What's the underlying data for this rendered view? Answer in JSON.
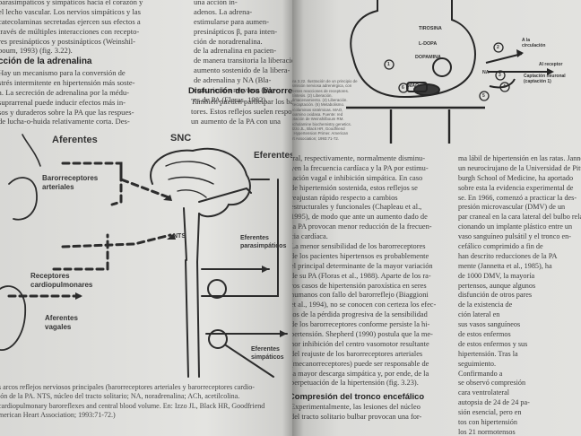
{
  "left_page": {
    "top_lines": [
      "parasimpáticos y simpáticos hacia el corazón y",
      "el lecho vascular. Los nervios simpáticos y las",
      "catecolaminas secretadas ejercen sus efectos a",
      "través de múltiples interacciones con recepto-",
      "res presinápticos y postsinápticos (Weinshil-",
      "boum, 1993) (fig. 3.22)."
    ],
    "section_heading": "cción de la adrenalina",
    "body_lines": [
      "Hay un mecanismo para la conversión de",
      "strés intermitente en hipertensión más soste-",
      "a. La secreción de adrenalina por la médu-",
      "suprarrenal puede inducir efectos más in-",
      "sos y duraderos sobre la PA que las respues-",
      "de lucha-o-huida relativamente corta. Des-"
    ],
    "figure_labels": {
      "afferents": "Aferentes",
      "cns": "SNC",
      "efferents": "Eferentes",
      "baroreceptors": [
        "Barorreceptores",
        "arteriales"
      ],
      "cardiopulmonary": [
        "Receptores",
        "cardiopulmonares"
      ],
      "vagal": [
        "Aferentes",
        "vagales"
      ],
      "nts": "NTS",
      "parasympathetic_efferents": [
        "Eferentes",
        "parasimpáticos"
      ],
      "sympathetic_efferents": [
        "Eferentes",
        "simpáticos"
      ]
    },
    "caption_lines": [
      "s arcos reflejos nerviosos principales (barorreceptores arteriales y barorreceptores cardio-",
      "ión de la PA. NTS, núcleo del tracto solitario; NA, noradrenalina; ACh, acetilcolina.",
      "cardiopulmonary baroreflexes and central blood volume. En: Izzo JL, Black HR, Goodfriend",
      "merican Heart Association; 1993:71-72.)"
    ]
  },
  "middle_column": {
    "lines": [
      "una acción in-",
      "adenos. La adrena-",
      "estimularse para aumen-",
      "presinápticos β, para inten-",
      "ción de noradrenalina.",
      "de la adrenalina en pacien-",
      "de manera transitoria la liberación",
      "aumento sostenido de la libera-",
      "de adrenalina y NA (Bla-",
      "constricción nerviosa (Bla-",
      "es de PA (Floras, 1992)."
    ],
    "section_heading": "Disfunción de los barorreflejos",
    "section_lines": [
      "También pueden participar los barorrecep-",
      "tores. Estos reflejos suelen responder a",
      "un aumento de la PA con una"
    ]
  },
  "right_page": {
    "figure_labels": {
      "tyrosine": "TIROSINA",
      "ldopa": "L-DOPA",
      "dopamine": "DOPAMINA",
      "na": "NA",
      "to_circulation": [
        "A la",
        "circulación"
      ],
      "to_receptor": "Al receptor",
      "neuronal_uptake": [
        "Captación neuronal",
        "(captación 1)"
      ],
      "mao": "MAO",
      "nums": [
        "1",
        "2",
        "3",
        "4",
        "5",
        "6"
      ]
    },
    "figure_caption": [
      "Figura 3.22. Ilustración de un principio de",
      "transmisión nerviosa adrenérgica, con",
      "diferentes reacciones de receptores.",
      "(1) Síntesis. (2) Liberación.",
      "(3) Almacenamiento. (4) Liberación.",
      "(5) Recaptación. (6) Metabolismo.",
      "Catecolaminas sistémicas. MAO,",
      "monoamino oxidasa. Fuente: red",
      "adaptación de Weinshilboum RM.",
      "Catecholamine biochemistry genetics.",
      "En: Izzo JL, Black HR, Goodfriend",
      "eds. Hypertension Primer. American",
      "Heart Association; 1993:71-72."
    ],
    "col_a_lines": [
      "tral, respectivamente, normalmente disminu-",
      "yen la frecuencia cardíaca y la PA por estimu-",
      "lación vagal e inhibición simpática. En caso",
      "de hipertensión sostenida, estos reflejos se",
      "reajustan rápido respecto a cambios",
      "estructurales y funcionales (Chapleau et al.,",
      "1995), de modo que ante un aumento dado de",
      "la PA provocan menor reducción de la frecuen-",
      "cia cardíaca.",
      "La menor sensibilidad de los barorreceptores",
      "de los pacientes hipertensos es probablemente",
      "el principal determinante de la mayor variación",
      "de su PA (Floras et al., 1988). Aparte de los ra-",
      "ros casos de hipertensión paroxística en seres",
      "humanos con fallo del barorreflejo (Biaggioni",
      "et al., 1994), no se conocen con certeza los efec-",
      "tos de la pérdida progresiva de la sensibilidad",
      "de los barorreceptores conforme persiste la hi-",
      "pertensión. Shepherd (1990) postula que la me-",
      "nor inhibición del centro vasomotor resultante",
      "del reajuste de los barorreceptores arteriales",
      "(mecanorreceptores) puede ser responsable de",
      "la mayor descarga simpática y, por ende, de la",
      "perpetuación de la hipertensión (fig. 3.23)."
    ],
    "col_a_heading": "Compresión del tronco encefálico",
    "col_a_tail": [
      "Experimentalmente, las lesiones del núcleo",
      "del tracto solitario bulbar provocan una for-"
    ],
    "col_b_lines": [
      "ma lábil de hipertensión en las ratas. Jannetta,",
      "un neurocirujano de la Universidad de Pitts-",
      "burgh School of Medicine, ha aportado",
      "sobre esta la evidencia experimental de",
      "se. En 1966, comenzó a practicar la des-",
      "presión microvascular (DMV) de un",
      "par craneal en la cara lateral del bulbo rela-",
      "cionando un implante plástico entre un",
      "vaso sanguíneo pulsátil y el tronco en-",
      "cefálico comprimido a fin de",
      "han descrito reducciones de la PA",
      "mente (Jannetta et al., 1985), ha",
      "de 1000 DMV, la mayoría",
      "pertensos, aunque algunos",
      "disfunción de otros pares",
      "de la existencia de",
      "ción lateral en",
      "sus vasos sanguíneos",
      "de estos enfermos",
      "de estos enfermos y sus",
      "hipertensión. Tras la",
      "seguimiento.",
      "Confirmando a",
      "se observó compresión",
      "cara ventrolateral",
      "autopsia de 24 de 24 pa-",
      "sión esencial, pero en",
      "tos con hipertensión",
      "los 21 normotensos"
    ]
  }
}
